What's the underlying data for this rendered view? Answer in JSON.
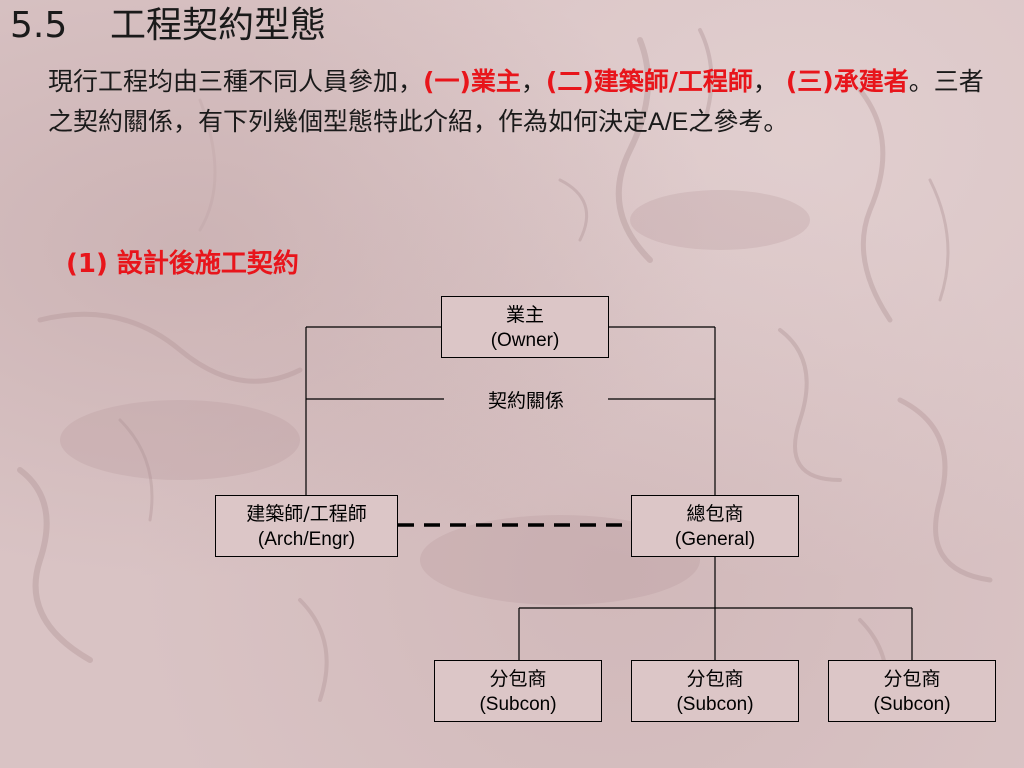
{
  "slide": {
    "title_number": "5.5",
    "title_text": "工程契約型態",
    "paragraph": {
      "part1": "現行工程均由三種不同人員參加，",
      "owner": "(一)業主",
      "sep1": "，",
      "arch": "(二)建築師/工程師",
      "sep2": "，",
      "builder": "(三)承建者",
      "part2": "。三者之契約關係，有下列幾個型態特此介紹，作為如何決定",
      "ae": "A/E",
      "part3": "之參考。"
    },
    "section_heading": "(1) 設計後施工契約"
  },
  "diagram": {
    "nodes": {
      "owner": {
        "zh": "業主",
        "en": "(Owner)"
      },
      "arch": {
        "zh": "建築師/工程師",
        "en": "(Arch/Engr)"
      },
      "general": {
        "zh": "總包商",
        "en": "(General)"
      },
      "sub1": {
        "zh": "分包商",
        "en": "(Subcon)"
      },
      "sub2": {
        "zh": "分包商",
        "en": "(Subcon)"
      },
      "sub3": {
        "zh": "分包商",
        "en": "(Subcon)"
      }
    },
    "contract_label": "契約關係"
  },
  "colors": {
    "background": "#d9c3c4",
    "accent_red": "#e8151b",
    "text": "#1a1a1a"
  }
}
